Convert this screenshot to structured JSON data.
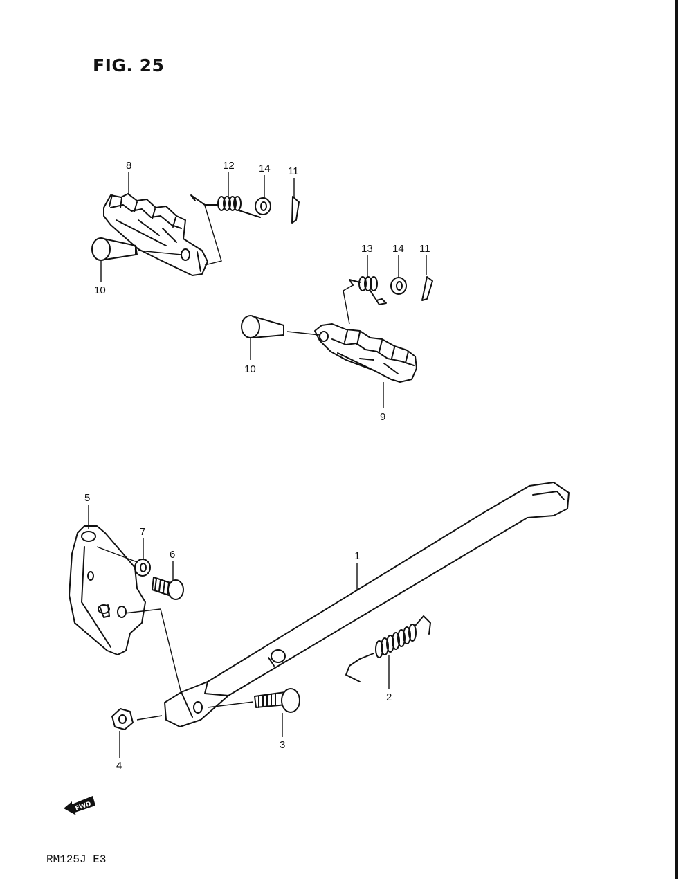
{
  "figure": {
    "title": "FIG. 25",
    "model_code": "RM125J  E3",
    "fwd_label": "FWD"
  },
  "callouts": [
    {
      "id": "c8",
      "label": "8"
    },
    {
      "id": "c12",
      "label": "12"
    },
    {
      "id": "c14a",
      "label": "14"
    },
    {
      "id": "c11a",
      "label": "11"
    },
    {
      "id": "c10a",
      "label": "10"
    },
    {
      "id": "c13",
      "label": "13"
    },
    {
      "id": "c14b",
      "label": "14"
    },
    {
      "id": "c11b",
      "label": "11"
    },
    {
      "id": "c10b",
      "label": "10"
    },
    {
      "id": "c9",
      "label": "9"
    },
    {
      "id": "c5",
      "label": "5"
    },
    {
      "id": "c7",
      "label": "7"
    },
    {
      "id": "c6",
      "label": "6"
    },
    {
      "id": "c1",
      "label": "1"
    },
    {
      "id": "c2",
      "label": "2"
    },
    {
      "id": "c3",
      "label": "3"
    },
    {
      "id": "c4",
      "label": "4"
    }
  ]
}
